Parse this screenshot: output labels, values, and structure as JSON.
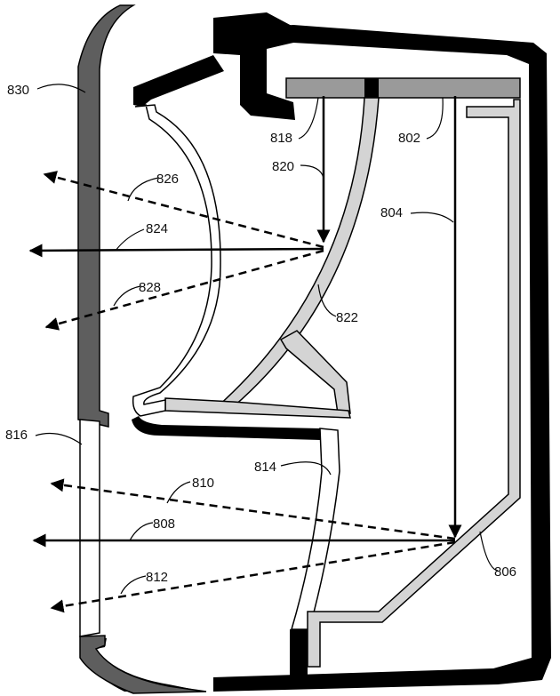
{
  "colors": {
    "housing": "#000000",
    "panel": "#5e5e5e",
    "light_gray": "#d4d4d4",
    "mid_gray": "#9a9a9a",
    "line": "#000000"
  },
  "labels": {
    "l830": "830",
    "l818": "818",
    "l802": "802",
    "l820": "820",
    "l826": "826",
    "l804": "804",
    "l824": "824",
    "l828": "828",
    "l822": "822",
    "l816": "816",
    "l814": "814",
    "l810": "810",
    "l808": "808",
    "l812": "812",
    "l806": "806"
  }
}
